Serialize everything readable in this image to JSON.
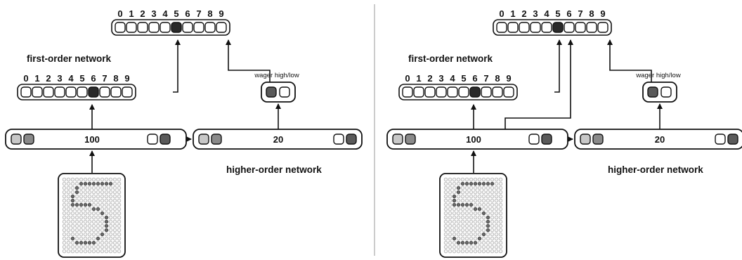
{
  "digit_labels": [
    "0",
    "1",
    "2",
    "3",
    "4",
    "5",
    "6",
    "7",
    "8",
    "9"
  ],
  "colors": {
    "stroke": "#111111",
    "unit_off": "#ffffff",
    "unit_light": "#c8c8c8",
    "unit_mid": "#8a8a8a",
    "unit_dark": "#5a5a5a",
    "unit_active": "#2a2a2a",
    "pixel_on": "#6a6a6a",
    "divider": "#999999"
  },
  "panels": [
    {
      "id": "left",
      "output_active_index": 5,
      "first_order": {
        "title": "first-order network",
        "active_index": 6
      },
      "hidden_first": {
        "size_label": "100"
      },
      "hidden_higher": {
        "size_label": "20"
      },
      "wager": {
        "label": "wager high/low",
        "state": [
          "dark",
          "off"
        ]
      },
      "higher_order_label": "higher-order network",
      "input_image": "digit-5-grid",
      "direct_link_to_output": false
    },
    {
      "id": "right",
      "output_active_index": 5,
      "first_order": {
        "title": "first-order network",
        "active_index": 6
      },
      "hidden_first": {
        "size_label": "100"
      },
      "hidden_higher": {
        "size_label": "20"
      },
      "wager": {
        "label": "wager high/low",
        "state": [
          "dark",
          "off"
        ]
      },
      "higher_order_label": "higher-order network",
      "input_image": "digit-5-grid",
      "direct_link_to_output": true
    }
  ]
}
